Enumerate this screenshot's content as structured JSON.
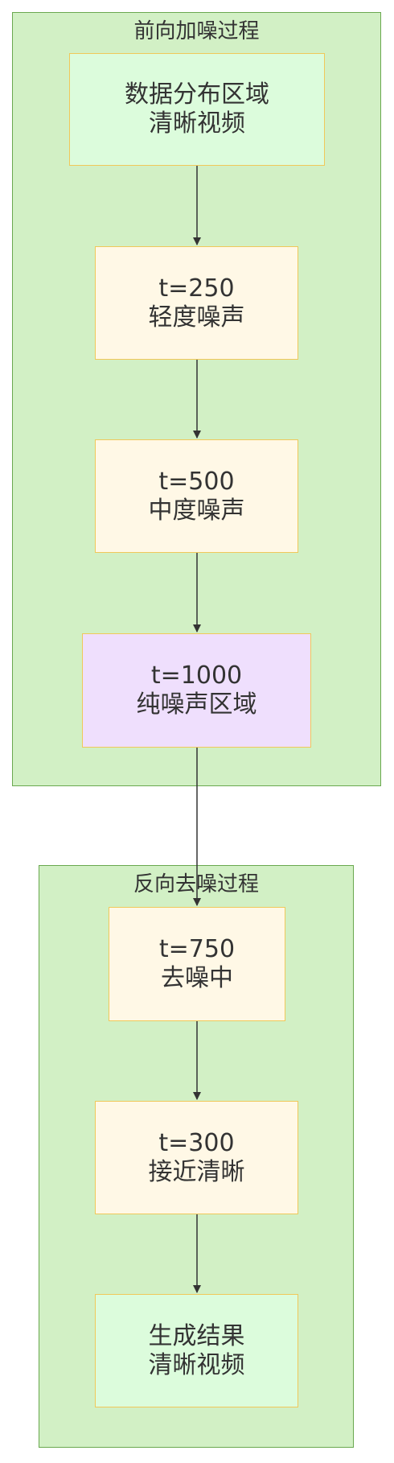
{
  "groups": {
    "forward": {
      "title": "前向加噪过程"
    },
    "reverse": {
      "title": "反向去噪过程"
    }
  },
  "nodes": {
    "data_region": {
      "line1": "数据分布区域",
      "line2": "清晰视频"
    },
    "t250": {
      "line1": "t=250",
      "line2": "轻度噪声"
    },
    "t500": {
      "line1": "t=500",
      "line2": "中度噪声"
    },
    "t1000": {
      "line1": "t=1000",
      "line2": "纯噪声区域"
    },
    "t750": {
      "line1": "t=750",
      "line2": "去噪中"
    },
    "t300": {
      "line1": "t=300",
      "line2": "接近清晰"
    },
    "result": {
      "line1": "生成结果",
      "line2": "清晰视频"
    }
  },
  "colors": {
    "group_fill": "#d2f0c5",
    "group_border": "#6aa84f",
    "node_border": "#f0c85a",
    "endpoint_fill": "#dcfcdc",
    "step_fill": "#fff8e6",
    "noise_fill": "#efdffd",
    "edge": "#333333"
  }
}
